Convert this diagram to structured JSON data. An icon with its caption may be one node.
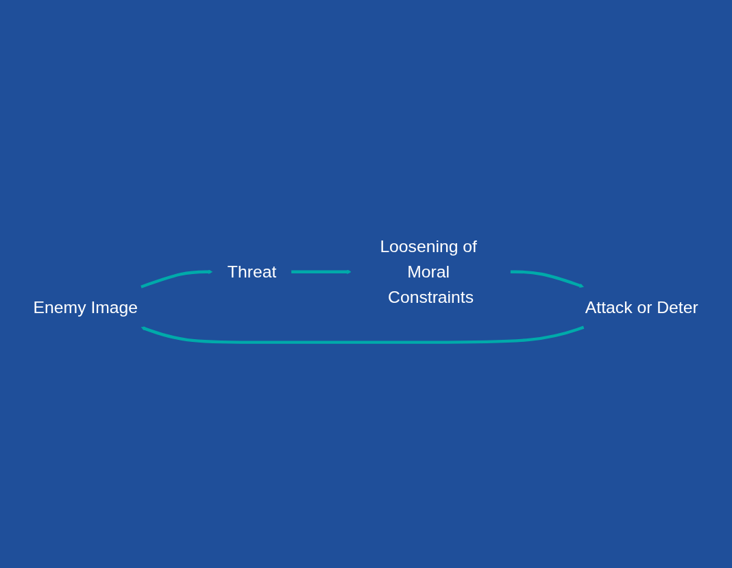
{
  "diagram": {
    "nodes": [
      {
        "text": [
          "Enemy Image"
        ]
      },
      {
        "text": [
          "Threat"
        ]
      },
      {
        "text": [
          "Loosening of Moral Constraints"
        ]
      },
      {
        "text": [
          "Attack or Deter"
        ]
      }
    ],
    "edges": [
      {
        "from": 0,
        "to": 1,
        "arrow": "to"
      },
      {
        "from": 1,
        "to": 2,
        "arrow": "to"
      },
      {
        "from": 2,
        "to": 3,
        "arrow": "to"
      },
      {
        "from": 3,
        "to": 0,
        "arrow": "to"
      }
    ]
  }
}
